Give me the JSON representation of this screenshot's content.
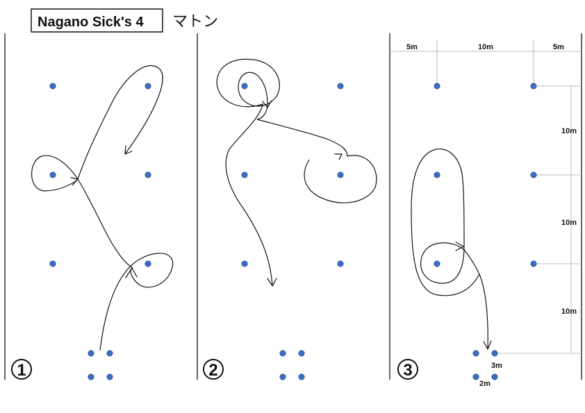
{
  "header": {
    "title": "Nagano Sick's 4",
    "subtitle": "マトン"
  },
  "colors": {
    "cone": "#3e6ec2",
    "line": "#111111",
    "guide": "#bbbbbb"
  },
  "panels": [
    {
      "number": "1"
    },
    {
      "number": "2"
    },
    {
      "number": "3"
    }
  ],
  "dimensions": {
    "top": [
      "5m",
      "10m",
      "5m"
    ],
    "right": [
      "10m",
      "10m",
      "10m"
    ],
    "start_spacing_horizontal": "3m",
    "start_spacing_vertical": "2m"
  }
}
